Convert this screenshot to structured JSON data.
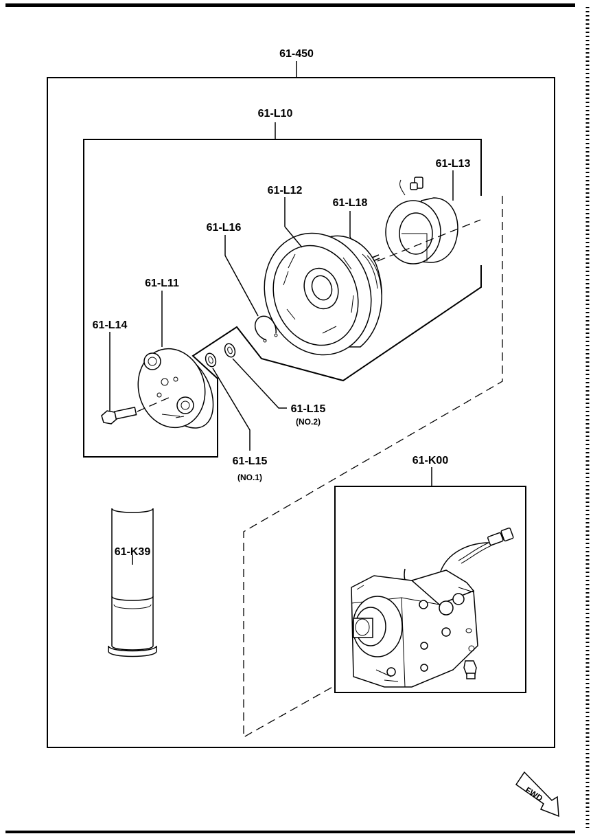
{
  "labels": {
    "p61_450": "61-450",
    "p61_L10": "61-L10",
    "p61_L11": "61-L11",
    "p61_L12": "61-L12",
    "p61_L13": "61-L13",
    "p61_L14": "61-L14",
    "p61_L15_no2": "61-L15",
    "p61_L15_no2_sub": "(NO.2)",
    "p61_L15_no1": "61-L15",
    "p61_L15_no1_sub": "(NO.1)",
    "p61_L16": "61-L16",
    "p61_L18": "61-L18",
    "p61_K00": "61-K00",
    "p61_K39": "61-K39",
    "fwd": "FWD"
  }
}
